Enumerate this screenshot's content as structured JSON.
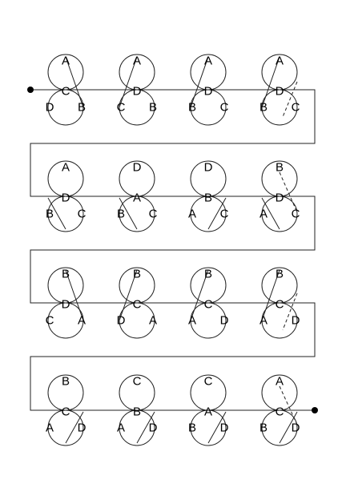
{
  "colors": {
    "stroke": "#222222",
    "text": "#000000",
    "background": "#ffffff"
  },
  "rows": [
    {
      "cells": [
        {
          "labels": [
            "A",
            "C",
            "D",
            "B"
          ],
          "dashed": false
        },
        {
          "labels": [
            "A",
            "D",
            "C",
            "B"
          ],
          "dashed": false
        },
        {
          "labels": [
            "A",
            "D",
            "B",
            "C"
          ],
          "dashed": false
        },
        {
          "labels": [
            "A",
            "D",
            "B",
            "C"
          ],
          "dashed": true
        }
      ]
    },
    {
      "cells": [
        {
          "labels": [
            "A",
            "D",
            "B",
            "C"
          ],
          "dashed": false
        },
        {
          "labels": [
            "D",
            "A",
            "B",
            "C"
          ],
          "dashed": false
        },
        {
          "labels": [
            "D",
            "B",
            "A",
            "C"
          ],
          "dashed": false
        },
        {
          "labels": [
            "B",
            "D",
            "A",
            "C"
          ],
          "dashed": true
        }
      ]
    },
    {
      "cells": [
        {
          "labels": [
            "B",
            "D",
            "C",
            "A"
          ],
          "dashed": false
        },
        {
          "labels": [
            "B",
            "C",
            "D",
            "A"
          ],
          "dashed": false
        },
        {
          "labels": [
            "B",
            "C",
            "A",
            "D"
          ],
          "dashed": false
        },
        {
          "labels": [
            "B",
            "C",
            "A",
            "D"
          ],
          "dashed": true
        }
      ]
    },
    {
      "cells": [
        {
          "labels": [
            "B",
            "C",
            "A",
            "D"
          ],
          "dashed": false
        },
        {
          "labels": [
            "C",
            "B",
            "A",
            "D"
          ],
          "dashed": false
        },
        {
          "labels": [
            "C",
            "A",
            "B",
            "D"
          ],
          "dashed": false
        },
        {
          "labels": [
            "A",
            "C",
            "B",
            "D"
          ],
          "dashed": true
        }
      ]
    }
  ]
}
